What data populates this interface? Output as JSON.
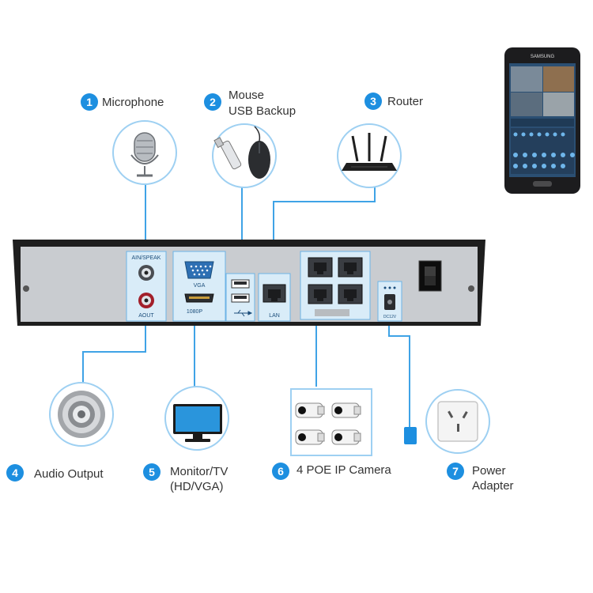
{
  "callouts": [
    {
      "num": "1",
      "label": "Microphone"
    },
    {
      "num": "2",
      "label": "Mouse",
      "label2": "USB Backup"
    },
    {
      "num": "3",
      "label": "Router"
    },
    {
      "num": "4",
      "label": "Audio Output"
    },
    {
      "num": "5",
      "label": "Monitor/TV",
      "label2": "(HD/VGA)"
    },
    {
      "num": "6",
      "label": "4 POE IP Camera"
    },
    {
      "num": "7",
      "label": "Power",
      "label2": "Adapter"
    }
  ],
  "ports": {
    "ain": "AIN/SPEAK",
    "aout": "AOUT",
    "vga": "VGA",
    "hdmi": "1080P",
    "lan": "LAN",
    "dc": "DC12V"
  },
  "phone": {
    "brand": "SAMSUNG"
  },
  "colors": {
    "accent": "#1d8fe0",
    "panel": "#c9ccd0",
    "frame": "#222222",
    "port_box": "#d9ecf8"
  }
}
